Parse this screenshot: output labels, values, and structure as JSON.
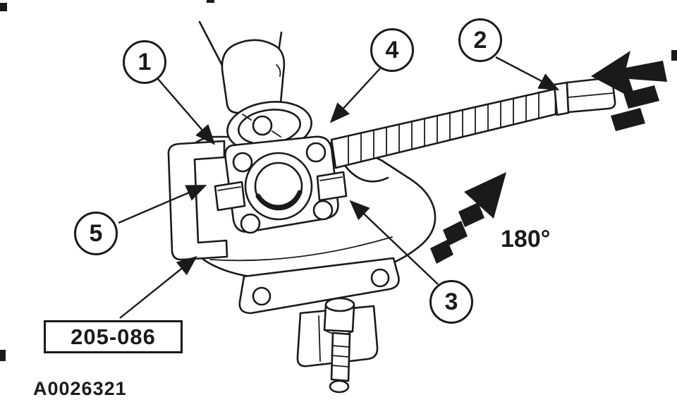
{
  "colors": {
    "ink": "#1a1a1a",
    "paper": "#ffffff"
  },
  "figure": {
    "callouts": [
      {
        "num": "1"
      },
      {
        "num": "2"
      },
      {
        "num": "3"
      },
      {
        "num": "4"
      },
      {
        "num": "5"
      }
    ],
    "rotation_label": "180°",
    "tool_number": "205-086",
    "figure_id": "A0026321"
  }
}
